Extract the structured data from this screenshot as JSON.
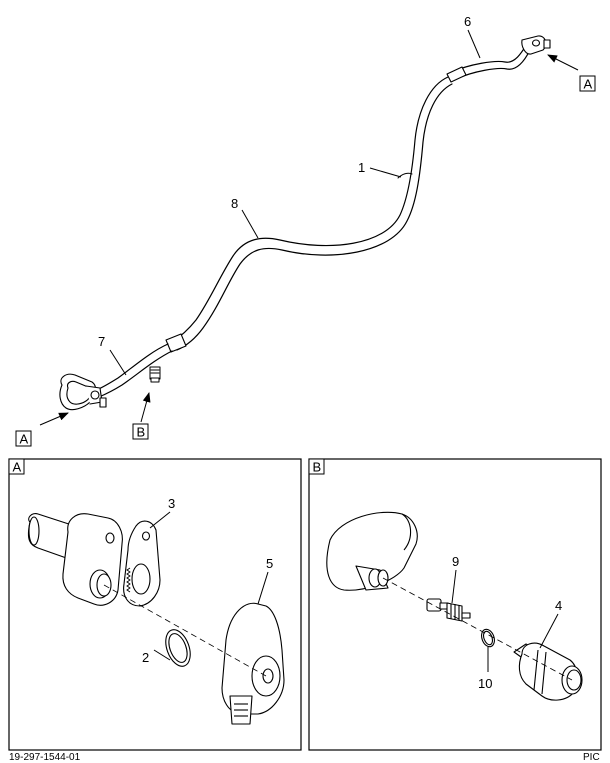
{
  "callouts": {
    "n1": "1",
    "n2": "2",
    "n3": "3",
    "n4": "4",
    "n5": "5",
    "n6": "6",
    "n7": "7",
    "n8": "8",
    "n9": "9",
    "n10": "10"
  },
  "view_refs": {
    "a_right": "A",
    "a_left": "A",
    "b_lower": "B"
  },
  "detail_panels": {
    "a_label": "A",
    "b_label": "B"
  },
  "footer": {
    "left": "19-297-1544-01",
    "right": "PIC"
  }
}
